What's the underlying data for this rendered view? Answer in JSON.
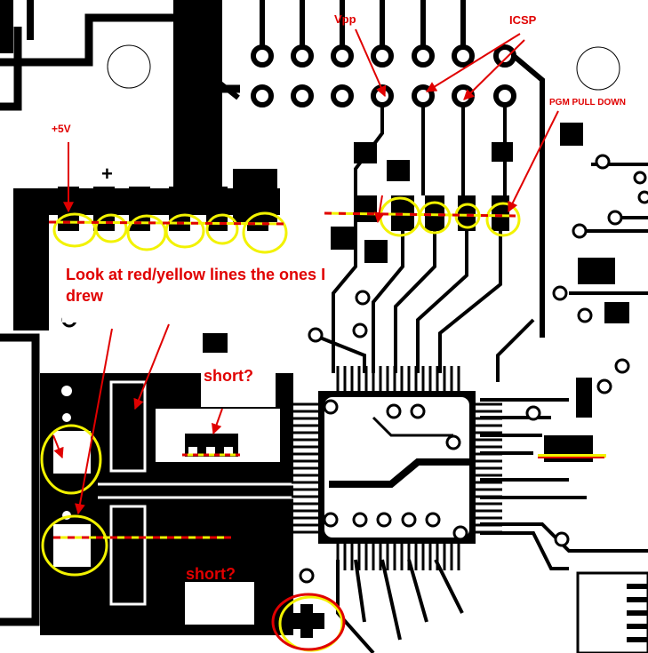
{
  "annotations": {
    "vpp": "Vpp",
    "icsp": "ICSP",
    "pgm_pull_down": "PGM PULL DOWN",
    "plus_5v": "+5V",
    "note": "Look at red/yellow lines the ones I drew",
    "short_upper": "short?",
    "short_lower": "short?"
  },
  "silkscreen": {
    "plus": "+",
    "minus": "-"
  },
  "colors": {
    "copper": "#000000",
    "board": "#ffffff",
    "annotation_red": "#e00000",
    "highlight_yellow": "#f2f200"
  }
}
